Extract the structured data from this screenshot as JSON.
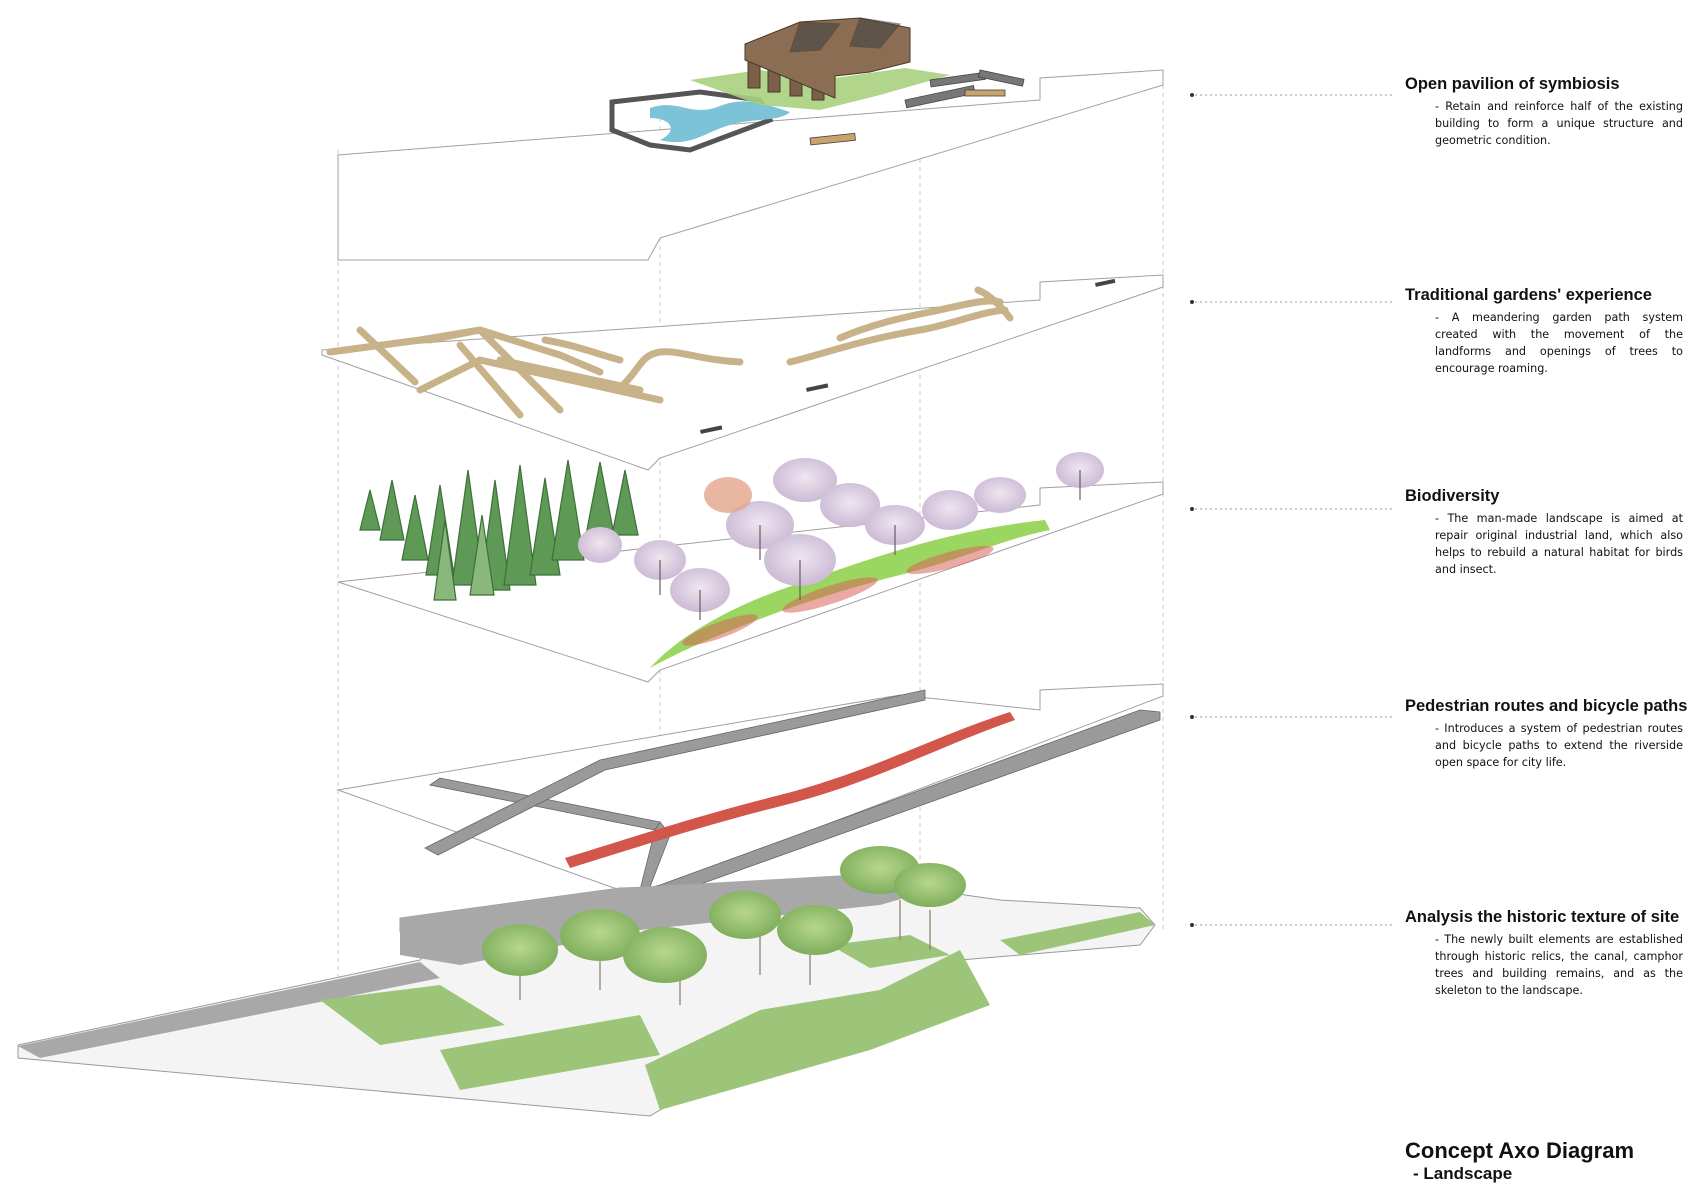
{
  "layers": [
    {
      "title": "Open pavilion of symbiosis",
      "description": "- Retain and reinforce half of the existing building to form a unique structure and geometric condition."
    },
    {
      "title": "Traditional gardens' experience",
      "description": "- A meandering garden path system created with the movement of the landforms and openings of trees to encourage roaming."
    },
    {
      "title": "Biodiversity",
      "description": "- The man-made landscape is aimed at repair original industrial land, which also helps to rebuild a natural habitat for birds and insect."
    },
    {
      "title": "Pedestrian routes and bicycle paths",
      "description": "- Introduces a system of pedestrian routes and bicycle paths to extend the riverside open space for city life."
    },
    {
      "title": "Analysis the historic  texture of site",
      "description": "- The newly built elements are established through historic relics, the canal, camphor trees and building remains, and as the skeleton to the landscape."
    }
  ],
  "diagram": {
    "title": "Concept Axo Diagram",
    "subtitle": "- Landscape"
  },
  "colors": {
    "plane_outline": "#9a9a9a",
    "grass": "#9cc57a",
    "grass_bright": "#8fd14f",
    "path_tan": "#c8b28a",
    "road_grey": "#9a9a9a",
    "bike_red": "#d2574a",
    "water": "#7cc3d8",
    "conifer": "#5e9a55",
    "blossom": "#d9cde0"
  }
}
